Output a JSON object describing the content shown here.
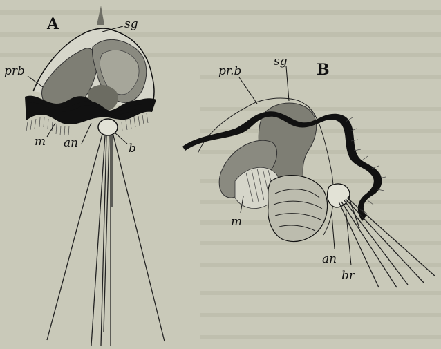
{
  "figure": {
    "panel_a": {
      "letter": "A",
      "labels": {
        "sg": "sg",
        "prb": "prb",
        "m": "m",
        "an": "an",
        "b": "b"
      }
    },
    "panel_b": {
      "letter": "B",
      "labels": {
        "prb": "pr.b",
        "sg": "sg",
        "m": "m",
        "an": "an",
        "br": "br"
      }
    }
  },
  "colors": {
    "paper": "#c9c9b9",
    "ink": "#111111",
    "shade_dark": "#7a7a70",
    "shade_mid": "#a6a69a",
    "shade_light": "#d8d8cc"
  }
}
